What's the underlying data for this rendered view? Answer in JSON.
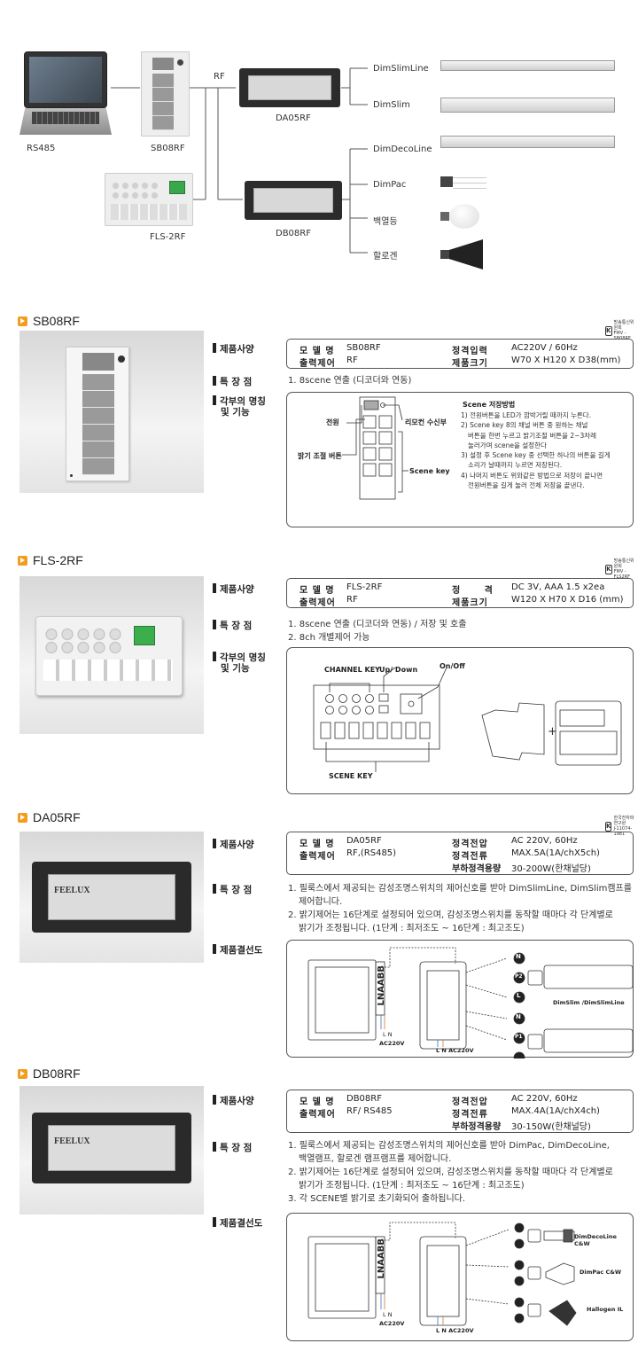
{
  "system": {
    "laptop": "RS485",
    "keypad": "SB08RF",
    "rf": "RF",
    "remote": "FLS-2RF",
    "dimmer1": "DA05RF",
    "dimmer2": "DB08RF",
    "loads": [
      "DimSlimLine",
      "DimSlim",
      "DimDecoLine",
      "DimPac",
      "백열등",
      "할로겐"
    ]
  },
  "sb08rf": {
    "title": "SB08RF",
    "spec_label": "제품사양",
    "spec": {
      "model_k": "모 델 명",
      "model_v": "SB08RF",
      "rating_k": "정격입력",
      "rating_v": "AC220V / 60Hz",
      "out_k": "출력제어",
      "out_v": "RF",
      "size_k": "제품크기",
      "size_v": "W70 X H120 X D38(mm)"
    },
    "feat_label": "특 장 점",
    "features": [
      "1. 8scene 연출 (디코더와 연동)"
    ],
    "parts_label1": "각부의 명칭",
    "parts_label2": "및 기능",
    "parts": {
      "power": "전원",
      "receiver": "리모컨 수신부",
      "bright": "밝기 조절 버튼",
      "scene": "Scene key"
    },
    "howto_title": "Scene 저장방법",
    "howto": [
      "1) 전원버튼을 LED가 깜박거릴 때까지 누른다.",
      "2) Scene key 8의 채널 버튼 중 원하는 채널",
      "버튼을 한번 누르고 밝기조절 버튼을 2~3차례",
      "눌러가며 scene을 설정한다",
      "3) 설정 후 Scene key 중 선택한 하나의 버튼을 길게",
      "소리가 날때까지 누르면 저장된다.",
      "4) 나머지 버튼도 위와같은 방법으로 저장이 끝나면",
      "전원버튼을 길게 눌러 전체 저장을 끝낸다."
    ],
    "kc": [
      "방송통신위원회",
      "FMV - SB08RF"
    ]
  },
  "fls2rf": {
    "title": "FLS-2RF",
    "spec_label": "제품사양",
    "spec": {
      "model_k": "모 델 명",
      "model_v": "FLS-2RF",
      "rating_k": "정 격",
      "rating_v": "DC 3V, AAA 1.5 x2ea",
      "out_k": "출력제어",
      "out_v": "RF",
      "size_k": "제품크기",
      "size_v": "W120 X H70 X D16 (mm)"
    },
    "feat_label": "특 장 점",
    "features": [
      "1. 8scene  연출 (디코더와 연동) / 저장 및 호출",
      "2. 8ch 개별제어 가능"
    ],
    "parts_label1": "각부의 명칭",
    "parts_label2": "및 기능",
    "parts": {
      "channel": "CHANNEL KEY",
      "updown": "Up/ Down",
      "onoff": "On/Off",
      "scene": "SCENE KEY"
    },
    "kc": [
      "방송통신위원회",
      "FMV - FLS2RF"
    ]
  },
  "da05rf": {
    "title": "DA05RF",
    "spec_label": "제품사양",
    "spec": {
      "model_k": "모 델 명",
      "model_v": "DA05RF",
      "rating_k": "정격전압",
      "rating_v": "AC 220V, 60Hz",
      "out_k": "출력제어",
      "out_v": "RF,(RS485)",
      "cur_k": "정격전류",
      "cur_v": "MAX.5A(1A/chX5ch)",
      "load_k": "부하정격용량",
      "load_v": "30-200W(한채널당)"
    },
    "feat_label": "특 장 점",
    "features": [
      "1. 필룩스에서 제공되는 감성조명스위치의 제어신호를 받아 DimSlimLine, DimSlim캠프를",
      "제어합니다.",
      "2. 밝기제어는 16단계로 설정되어 있으며, 감성조명스위치를 동작할 때마다 각 단계별로",
      "밝기가 조정됩니다. (1단계 : 최저조도 ~ 16단계 : 최고조도)"
    ],
    "wiring_label": "제품결선도",
    "wiring": {
      "terms": "LNAABB",
      "ac1": "AC220V",
      "ac2": "L N AC220V",
      "ln": "L N",
      "lamp": "DimSlim /DimSlimLine",
      "n": "N",
      "p1": "P1",
      "p2": "P2",
      "l": "L"
    },
    "kc": [
      "한국전자파연구원",
      "J-11074-1981"
    ]
  },
  "db08rf": {
    "title": "DB08RF",
    "spec_label": "제품사양",
    "spec": {
      "model_k": "모 델 명",
      "model_v": "DB08RF",
      "rating_k": "정격전압",
      "rating_v": "AC 220V, 60Hz",
      "out_k": "출력제어",
      "out_v": "RF/ RS485",
      "cur_k": "정격전류",
      "cur_v": "MAX.4A(1A/chX4ch)",
      "load_k": "부하정격용량",
      "load_v": "30-150W(한채널당)"
    },
    "feat_label": "특 장 점",
    "features": [
      "1. 필룩스에서 제공되는 감성조명스위치의 제어신호를 받아 DimPac, DimDecoLine,",
      "백열램프, 할로겐 램프램프를 제어합니다.",
      "2. 밝기제어는 16단계로 설정되어 있으며, 감성조명스위치를 동작할 때마다 각 단계별로",
      "밝기가 조정됩니다. (1단계 : 최저조도 ~ 16단계 : 최고조도)",
      "3. 각 SCENE별 밝기로 초기화되어 출하됩니다."
    ],
    "wiring_label": "제품결선도",
    "wiring": {
      "terms": "LNAABB",
      "ac1": "AC220V",
      "ac2": "L N AC220V",
      "ln": "L N",
      "l1": "DimDecoLine C&W",
      "l2": "DimPac  C&W",
      "l3": "Hallogen  IL"
    },
    "brand": "FEELUX"
  }
}
